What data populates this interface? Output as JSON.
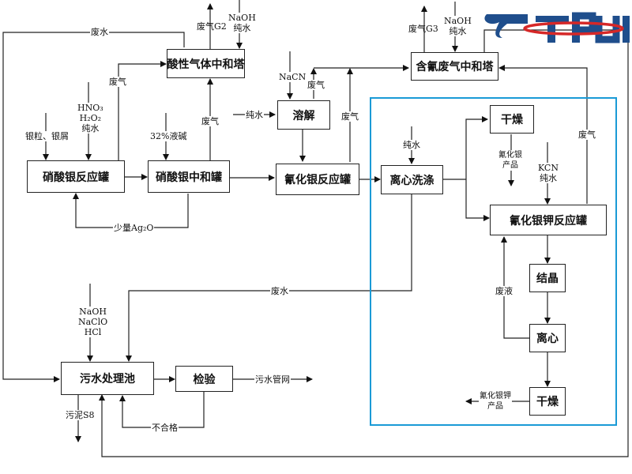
{
  "title": "银化合物生产工艺流程图",
  "logo": {
    "text": "TIRUI",
    "brand_color": "#1f4e8c",
    "ring_color": "#d62828"
  },
  "highlight_frame_color": "#1a9ad6",
  "units": {
    "acid_gas_tower": "酸性气体中和塔",
    "cyanide_gas_tower": "含氰废气中和塔",
    "silver_nitrate_reactor": "硝酸银反应罐",
    "silver_nitrate_neutralizer": "硝酸银中和罐",
    "dissolve": "溶解",
    "silver_cyanide_reactor": "氰化银反应罐",
    "centrifuge_wash": "离心洗涤",
    "dry_1": "干燥",
    "potassium_silver_cyanide_reactor": "氰化银钾反应罐",
    "crystallize": "结晶",
    "centrifuge": "离心",
    "dry_2": "干燥",
    "wastewater_pool": "污水处理池",
    "inspection": "检验"
  },
  "labels": {
    "wastewater_top": "废水",
    "exhaust_g2": "废气G2",
    "naoh_water_1": [
      "NaOH",
      "纯水"
    ],
    "exhaust_g3": "废气G3",
    "naoh_water_2": [
      "NaOH",
      "纯水"
    ],
    "exhaust_1": "废气",
    "hno3_h2o2_water": [
      "HNO₃",
      "H₂O₂",
      "纯水"
    ],
    "silver_granules": "银粒、银屑",
    "liquid_alkali": "32%液碱",
    "exhaust_2": "废气",
    "pure_water_dissolve": "纯水",
    "nacn": "NaCN",
    "exhaust_3": "废气",
    "exhaust_4": "废气",
    "pure_water_wash": "纯水",
    "silver_cyanide_product": [
      "氰化银",
      "产品"
    ],
    "kcn_water": [
      "KCN",
      "纯水"
    ],
    "exhaust_5": "废气",
    "small_ag2o": "少量Ag₂O",
    "wastewater_mid": "废水",
    "waste_liquid": "废液",
    "naoh_naclo_hcl": [
      "NaOH",
      "NaClO",
      "HCl"
    ],
    "psc_product": [
      "氰化银钾",
      "产品"
    ],
    "sludge": "污泥S8",
    "sewer": "污水管网",
    "unqualified": "不合格"
  }
}
